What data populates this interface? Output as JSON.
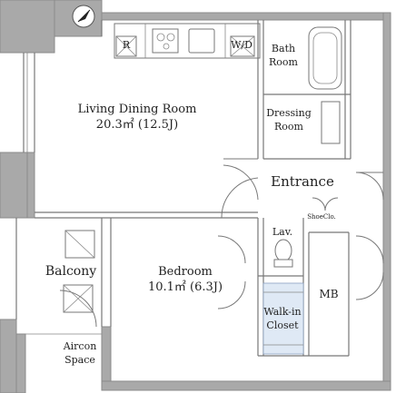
{
  "rooms": {
    "living": {
      "name": "Living Dining Room",
      "area": "20.3㎡ (12.5J)"
    },
    "bedroom": {
      "name": "Bedroom",
      "area": "10.1㎡ (6.3J)"
    },
    "bath": {
      "line1": "Bath",
      "line2": "Room"
    },
    "dressing": {
      "line1": "Dressing",
      "line2": "Room"
    },
    "entrance": "Entrance",
    "shoe": "ShoeClo.",
    "lav": "Lav.",
    "walkin": {
      "line1": "Walk-in",
      "line2": "Closet"
    },
    "mb": "MB",
    "balcony": "Balcony",
    "aircon": {
      "line1": "Aircon",
      "line2": "Space"
    }
  },
  "fixtures": {
    "refrigerator": "R",
    "washer_dryer": "W/D"
  },
  "colors": {
    "wall": "#a9a9a9",
    "closet": "#dfe9f5",
    "text": "#222222"
  },
  "icons": {
    "compass": "north-compass-icon"
  }
}
